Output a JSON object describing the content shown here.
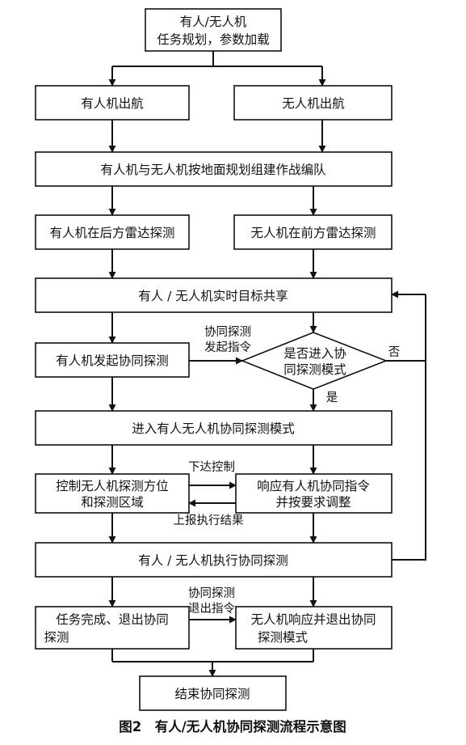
{
  "nodes": {
    "start_l1": "有人/无人机",
    "start_l2": "任务规划，参数加载",
    "manned_takeoff": "有人机出航",
    "uav_takeoff": "无人机出航",
    "formation": "有人机与无人机按地面规划组建作战编队",
    "manned_radar": "有人机在后方雷达探测",
    "uav_radar": "无人机在前方雷达探测",
    "share": "有人 / 无人机实时目标共享",
    "initiate": "有人机发起协同探测",
    "decision_l1": "是否进入协",
    "decision_l2": "同探测模式",
    "enter_mode": "进入有人无人机协同探测模式",
    "control_l1": "控制无人机探测方位",
    "control_l2": "和探测区域",
    "respond_l1": "响应有人机协同指令",
    "respond_l2": "并按要求调整",
    "execute": "有人 / 无人机执行协同探测",
    "complete_l1": "任务完成、退出协同",
    "complete_l2": "探测",
    "uav_exit_l1": "无人机响应并退出协同",
    "uav_exit_l2": "探测模式",
    "end": "结束协同探测"
  },
  "edge_labels": {
    "coop_cmd_l1": "协同探测",
    "coop_cmd_l2": "发起指令",
    "no": "否",
    "yes": "是",
    "issue_control": "下达控制",
    "report_result": "上报执行结果",
    "exit_cmd_l1": "协同探测",
    "exit_cmd_l2": "退出指令"
  },
  "caption": "图2　有人/无人机协同探测流程示意图"
}
